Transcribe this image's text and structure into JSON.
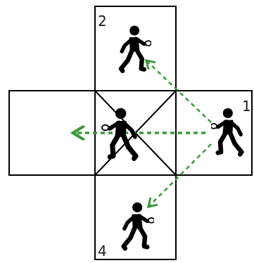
{
  "labels": {
    "top": "2",
    "right": "1",
    "bottom": "4"
  },
  "colors": {
    "outline": "#000000",
    "arrow": "#3a9a3a",
    "label_text": "#1a1a1a"
  },
  "icons": {
    "figure": "person-walking-icon"
  }
}
